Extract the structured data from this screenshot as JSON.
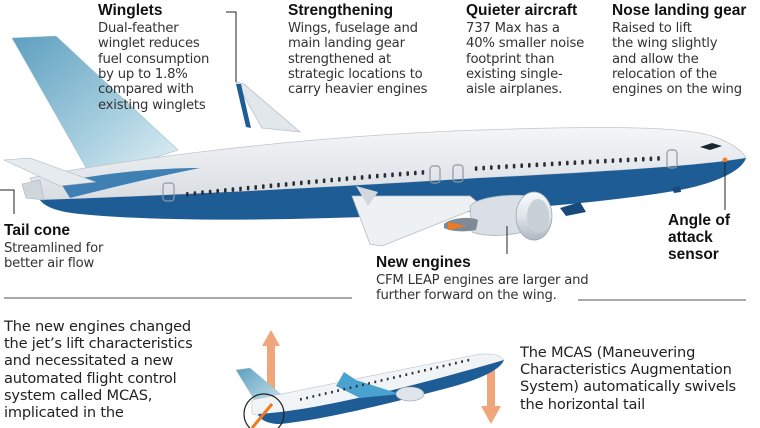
{
  "callouts": {
    "winglets": {
      "title": "Winglets",
      "body": "Dual-feather\nwinglet reduces\nfuel consumption\nby up to 1.8%\ncompared with\nexisting winglets"
    },
    "strengthening": {
      "title": "Strengthening",
      "body": "Wings, fuselage and\nmain landing gear\nstrengthened at\nstrategic locations to\ncarry heavier engines"
    },
    "quieter": {
      "title": "Quieter aircraft",
      "body": "737 Max has a\n40% smaller noise\nfootprint than\nexisting single-\naisle airplanes."
    },
    "nose_gear": {
      "title": "Nose landing gear",
      "body": "Raised to lift\nthe wing slightly\nand allow the\nrelocation of the\nengines on the wing"
    },
    "tail_cone": {
      "title": "Tail cone",
      "body": "Streamlined for\nbetter air flow"
    },
    "aoa": {
      "title": "Angle of\nattack\nsensor"
    },
    "engines": {
      "title": "New engines",
      "body": "CFM LEAP engines are larger and\nfurther forward on the wing."
    }
  },
  "bottom": {
    "left_text": "The new engines changed\nthe jet’s lift characteristics\nand necessitated a new\nautomated flight control\nsystem called MCAS,\nimplicated in the",
    "right_text": "The MCAS (Maneuvering\nCharacteristics Augmentation\nSystem) automatically swivels\nthe horizontal tail"
  },
  "colors": {
    "fuselage_blue": "#1e5c96",
    "tail_blue": "#7fb6cf",
    "arrow_orange": "#f0a67a",
    "accent_orange": "#f07a20"
  }
}
